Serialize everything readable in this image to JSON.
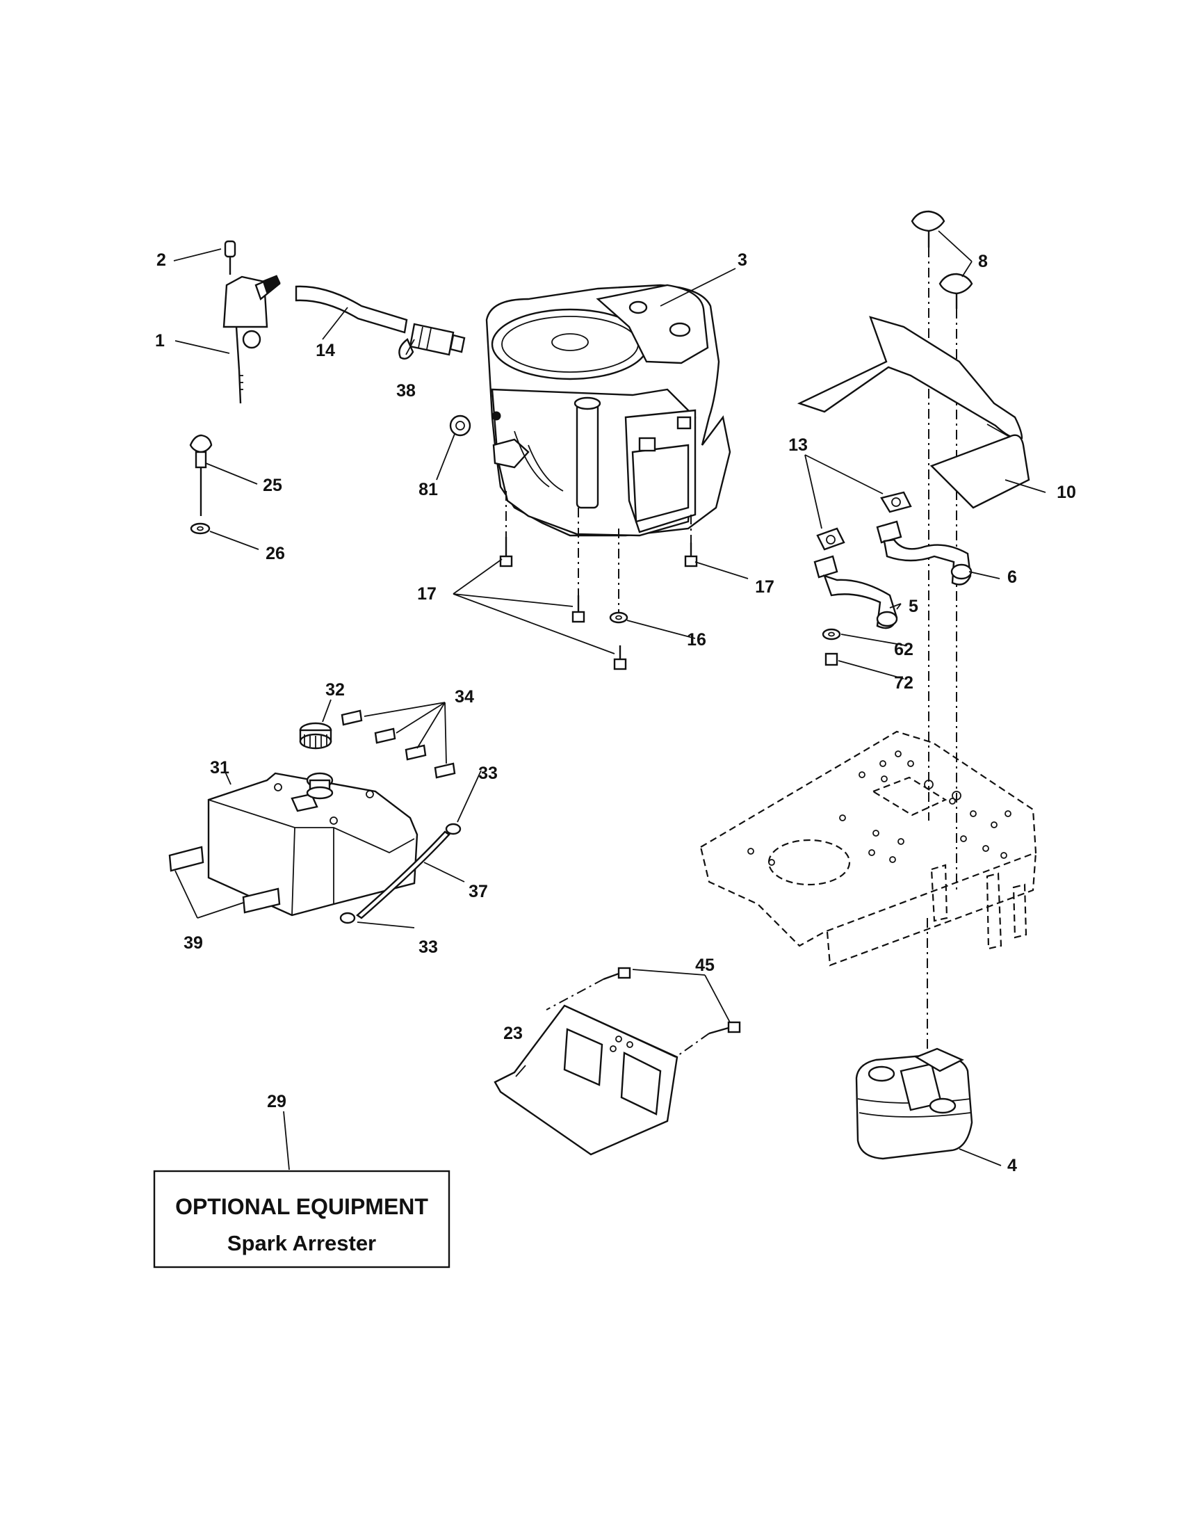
{
  "parts": [
    {
      "id": "p1",
      "label": "1"
    },
    {
      "id": "p2",
      "label": "2"
    },
    {
      "id": "p3",
      "label": "3"
    },
    {
      "id": "p4",
      "label": "4"
    },
    {
      "id": "p5",
      "label": "5"
    },
    {
      "id": "p6",
      "label": "6"
    },
    {
      "id": "p8",
      "label": "8"
    },
    {
      "id": "p10",
      "label": "10"
    },
    {
      "id": "p13",
      "label": "13"
    },
    {
      "id": "p14",
      "label": "14"
    },
    {
      "id": "p16",
      "label": "16"
    },
    {
      "id": "p17a",
      "label": "17"
    },
    {
      "id": "p17b",
      "label": "17"
    },
    {
      "id": "p23",
      "label": "23"
    },
    {
      "id": "p25",
      "label": "25"
    },
    {
      "id": "p26",
      "label": "26"
    },
    {
      "id": "p29",
      "label": "29"
    },
    {
      "id": "p31",
      "label": "31"
    },
    {
      "id": "p32",
      "label": "32"
    },
    {
      "id": "p33a",
      "label": "33"
    },
    {
      "id": "p33b",
      "label": "33"
    },
    {
      "id": "p34",
      "label": "34"
    },
    {
      "id": "p37",
      "label": "37"
    },
    {
      "id": "p38",
      "label": "38"
    },
    {
      "id": "p39",
      "label": "39"
    },
    {
      "id": "p45",
      "label": "45"
    },
    {
      "id": "p62",
      "label": "62"
    },
    {
      "id": "p72",
      "label": "72"
    },
    {
      "id": "p81",
      "label": "81"
    }
  ],
  "optional_box": {
    "title": "OPTIONAL EQUIPMENT",
    "subtitle": "Spark Arrester"
  }
}
